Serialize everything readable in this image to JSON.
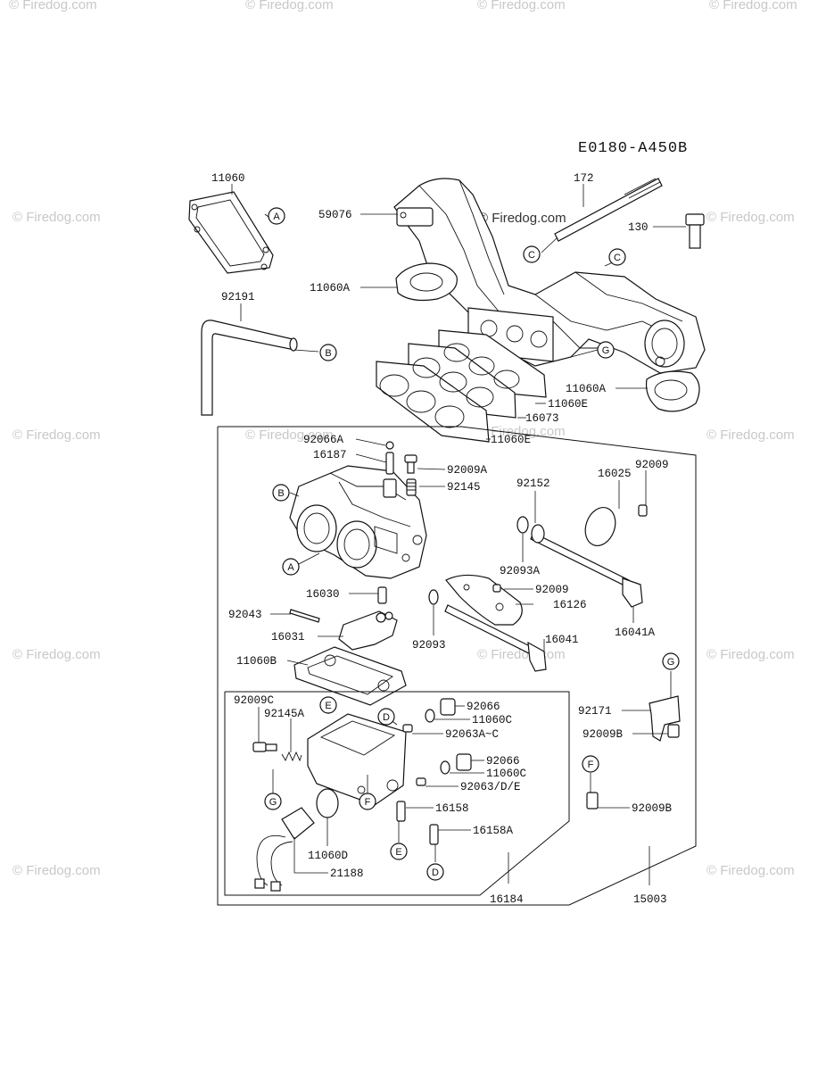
{
  "diagram_code": "E0180-A450B",
  "watermark": "© Firedog.com",
  "watermark_center": "© Firedog.com",
  "callouts": {
    "A": "A",
    "B": "B",
    "C": "C",
    "D": "D",
    "E": "E",
    "F": "F",
    "G": "G"
  },
  "parts": {
    "p11060": "11060",
    "p59076": "59076",
    "p172": "172",
    "p130": "130",
    "p11060A_top": "11060A",
    "p92191": "92191",
    "p11060A_right": "11060A",
    "p11060E_1": "11060E",
    "p16073": "16073",
    "p11060E_2": "11060E",
    "p92066A": "92066A",
    "p16187": "16187",
    "p92009A": "92009A",
    "p92145": "92145",
    "p92152": "92152",
    "p16025": "16025",
    "p92009_top": "92009",
    "p92093A": "92093A",
    "p92009_mid": "92009",
    "p16126": "16126",
    "p16030": "16030",
    "p92043": "92043",
    "p16031": "16031",
    "p92093": "92093",
    "p16041": "16041",
    "p16041A": "16041A",
    "p11060B": "11060B",
    "p92009C": "92009C",
    "p92145A": "92145A",
    "p92066_1": "92066",
    "p11060C_1": "11060C",
    "p92063A_C": "92063A~C",
    "p92066_2": "92066",
    "p11060C_2": "11060C",
    "p92063_DE": "92063/D/E",
    "p92171": "92171",
    "p92009B_1": "92009B",
    "p16158": "16158",
    "p16158A": "16158A",
    "p92009B_2": "92009B",
    "p11060D": "11060D",
    "p21188": "21188",
    "p16184": "16184",
    "p15003": "15003"
  }
}
